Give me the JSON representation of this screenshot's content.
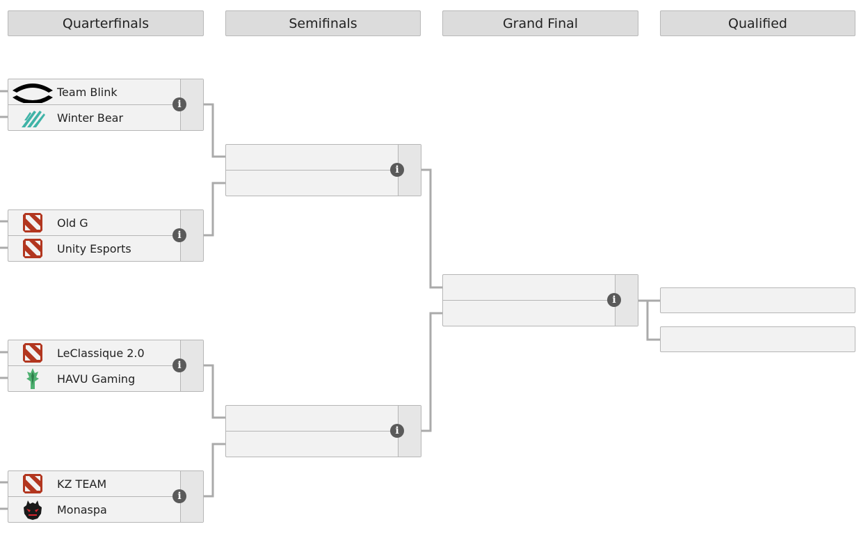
{
  "rounds": [
    {
      "label": "Quarterfinals"
    },
    {
      "label": "Semifinals"
    },
    {
      "label": "Grand Final"
    },
    {
      "label": "Qualified"
    }
  ],
  "quarterfinals": [
    {
      "top": {
        "name": "Team Blink",
        "logo": "team-blink-logo"
      },
      "bottom": {
        "name": "Winter Bear",
        "logo": "winter-bear-logo"
      }
    },
    {
      "top": {
        "name": "Old G",
        "logo": "dota2-logo"
      },
      "bottom": {
        "name": "Unity Esports",
        "logo": "dota2-logo"
      }
    },
    {
      "top": {
        "name": "LeClassique 2.0",
        "logo": "dota2-logo"
      },
      "bottom": {
        "name": "HAVU Gaming",
        "logo": "havu-logo"
      }
    },
    {
      "top": {
        "name": "KZ TEAM",
        "logo": "dota2-logo"
      },
      "bottom": {
        "name": "Monaspa",
        "logo": "monaspa-logo"
      }
    }
  ],
  "info_glyph": "i",
  "colors": {
    "header_bg": "#dcdcdc",
    "match_bg": "#f2f2f2",
    "border": "#b5b5b5",
    "connector": "#aaaaaa",
    "info_icon": "#5a5a5a",
    "dota_red": "#b2361f"
  }
}
